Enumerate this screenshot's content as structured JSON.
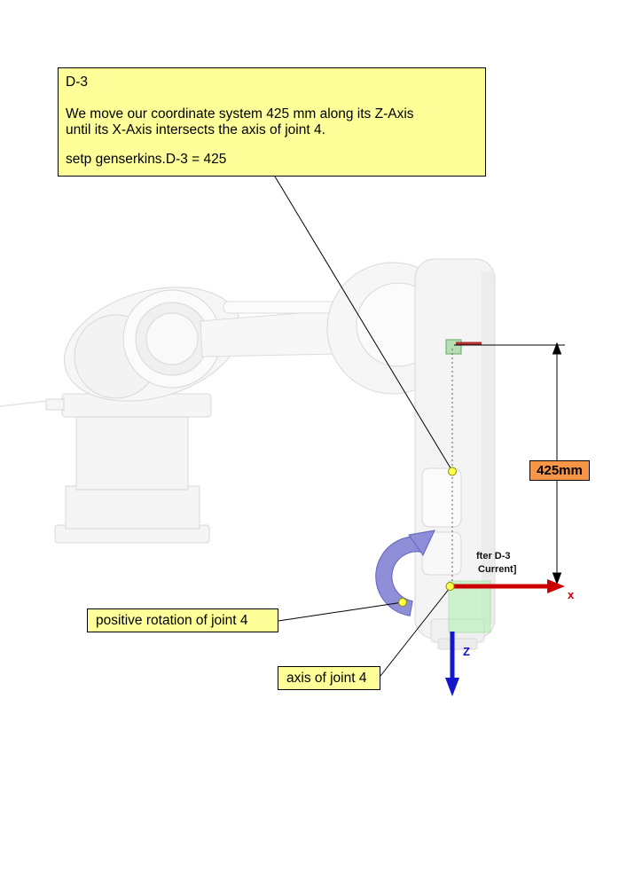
{
  "callout_d3": {
    "title": "D-3",
    "body": "We move our coordinate system  425 mm along its Z-Axis\nuntil its X-Axis intersects the axis of joint 4.",
    "command": "setp genserkins.D-3 = 425"
  },
  "dimension": {
    "label": "425mm"
  },
  "callouts": {
    "rotation": "positive rotation of joint 4",
    "axis": "axis of joint 4"
  },
  "frame": {
    "x_label": "x",
    "z_label": "Z",
    "partial_line1": "fter D-3",
    "partial_line2": "Current]"
  },
  "colors": {
    "callout_bg": "#ffff99",
    "dimension_bg": "#f79646",
    "x_axis": "#cc0000",
    "z_axis": "#1515cc",
    "rotation_arrow": "#8888d8",
    "joint_dot": "#ffff4d",
    "frame_marker_green": "#aef0ae"
  }
}
